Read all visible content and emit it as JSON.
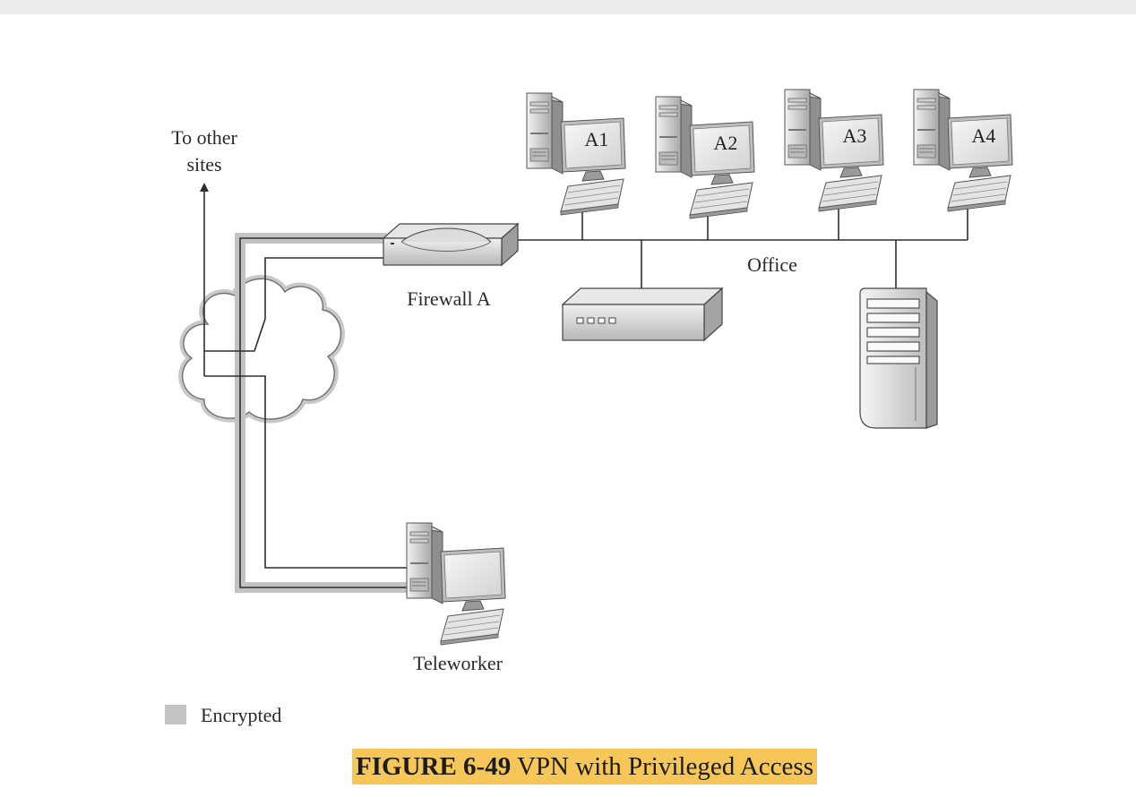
{
  "diagram": {
    "to_other_sites_line1": "To other",
    "to_other_sites_line2": "sites",
    "firewall_label": "Firewall A",
    "office_label": "Office",
    "teleworker_label": "Teleworker",
    "workstations": [
      "A1",
      "A2",
      "A3",
      "A4"
    ],
    "legend_label": "Encrypted"
  },
  "caption": {
    "figure_number": "FIGURE 6-49",
    "title": "VPN with Privileged Access"
  },
  "colors": {
    "encrypted": "#c3c3c3",
    "caption_highlight": "#f6c659"
  }
}
